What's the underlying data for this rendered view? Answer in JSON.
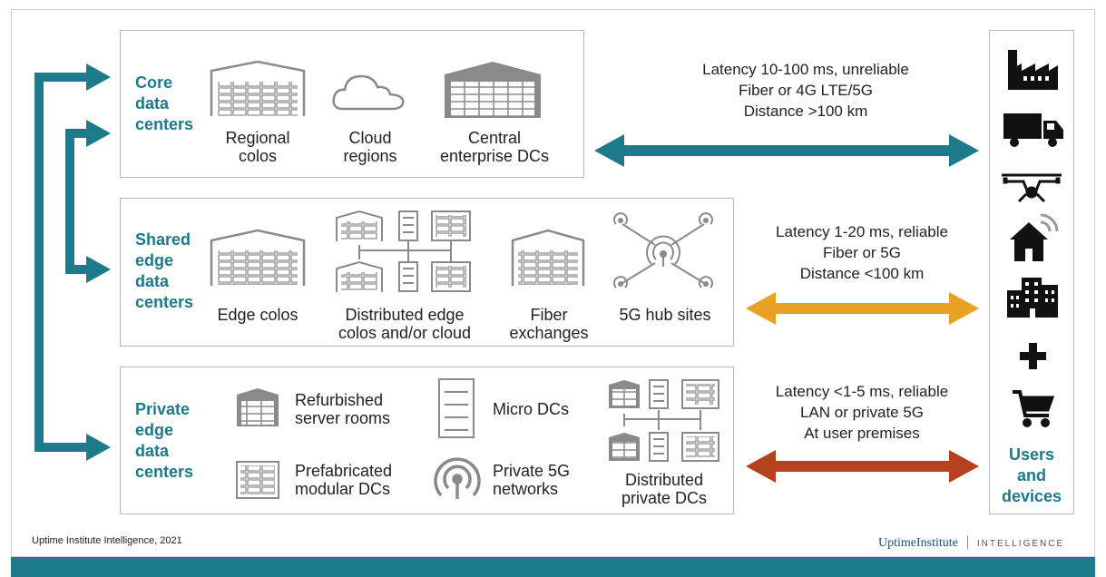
{
  "tiers": {
    "core": {
      "title": [
        "Core",
        "data",
        "centers"
      ],
      "items": [
        {
          "label": [
            "Regional",
            "colos"
          ]
        },
        {
          "label": [
            "Cloud",
            "regions"
          ]
        },
        {
          "label": [
            "Central",
            "enterprise DCs"
          ]
        }
      ]
    },
    "shared": {
      "title": [
        "Shared",
        "edge",
        "data",
        "centers"
      ],
      "items": [
        {
          "label": [
            "Edge colos"
          ]
        },
        {
          "label": [
            "Distributed edge",
            "colos and/or cloud"
          ]
        },
        {
          "label": [
            "Fiber",
            "exchanges"
          ]
        },
        {
          "label": [
            "5G hub sites"
          ]
        }
      ]
    },
    "private": {
      "title": [
        "Private",
        "edge",
        "data",
        "centers"
      ],
      "items": [
        {
          "label": [
            "Refurbished",
            "server rooms"
          ]
        },
        {
          "label": [
            "Micro DCs"
          ]
        },
        {
          "label": [
            "Prefabricated",
            "modular DCs"
          ]
        },
        {
          "label": [
            "Private 5G",
            "networks"
          ]
        },
        {
          "label": [
            "Distributed",
            "private DCs"
          ]
        }
      ]
    }
  },
  "links": [
    {
      "lines": [
        "Latency 10-100 ms, unreliable",
        "Fiber or 4G LTE/5G",
        "Distance >100 km"
      ],
      "color": "#1d7a8a"
    },
    {
      "lines": [
        "Latency 1-20 ms, reliable",
        "Fiber or 5G",
        "Distance <100 km"
      ],
      "color": "#e9a21f"
    },
    {
      "lines": [
        "Latency <1-5 ms, reliable",
        "LAN or private 5G",
        "At user premises"
      ],
      "color": "#b5411f"
    }
  ],
  "users": {
    "title": [
      "Users",
      "and",
      "devices"
    ],
    "icons": [
      "factory-icon",
      "truck-icon",
      "drone-icon",
      "smart-home-icon",
      "office-buildings-icon",
      "medical-cross-icon",
      "shopping-cart-icon"
    ]
  },
  "footer": {
    "credit": "Uptime Institute Intelligence, 2021",
    "brand_name": "UptimeInstitute",
    "brand_tag": "INTELLIGENCE"
  },
  "colors": {
    "teal": "#1d7a8a",
    "orange": "#e9a21f",
    "rust": "#b5411f",
    "icon_gray": "#8a8a8a"
  }
}
